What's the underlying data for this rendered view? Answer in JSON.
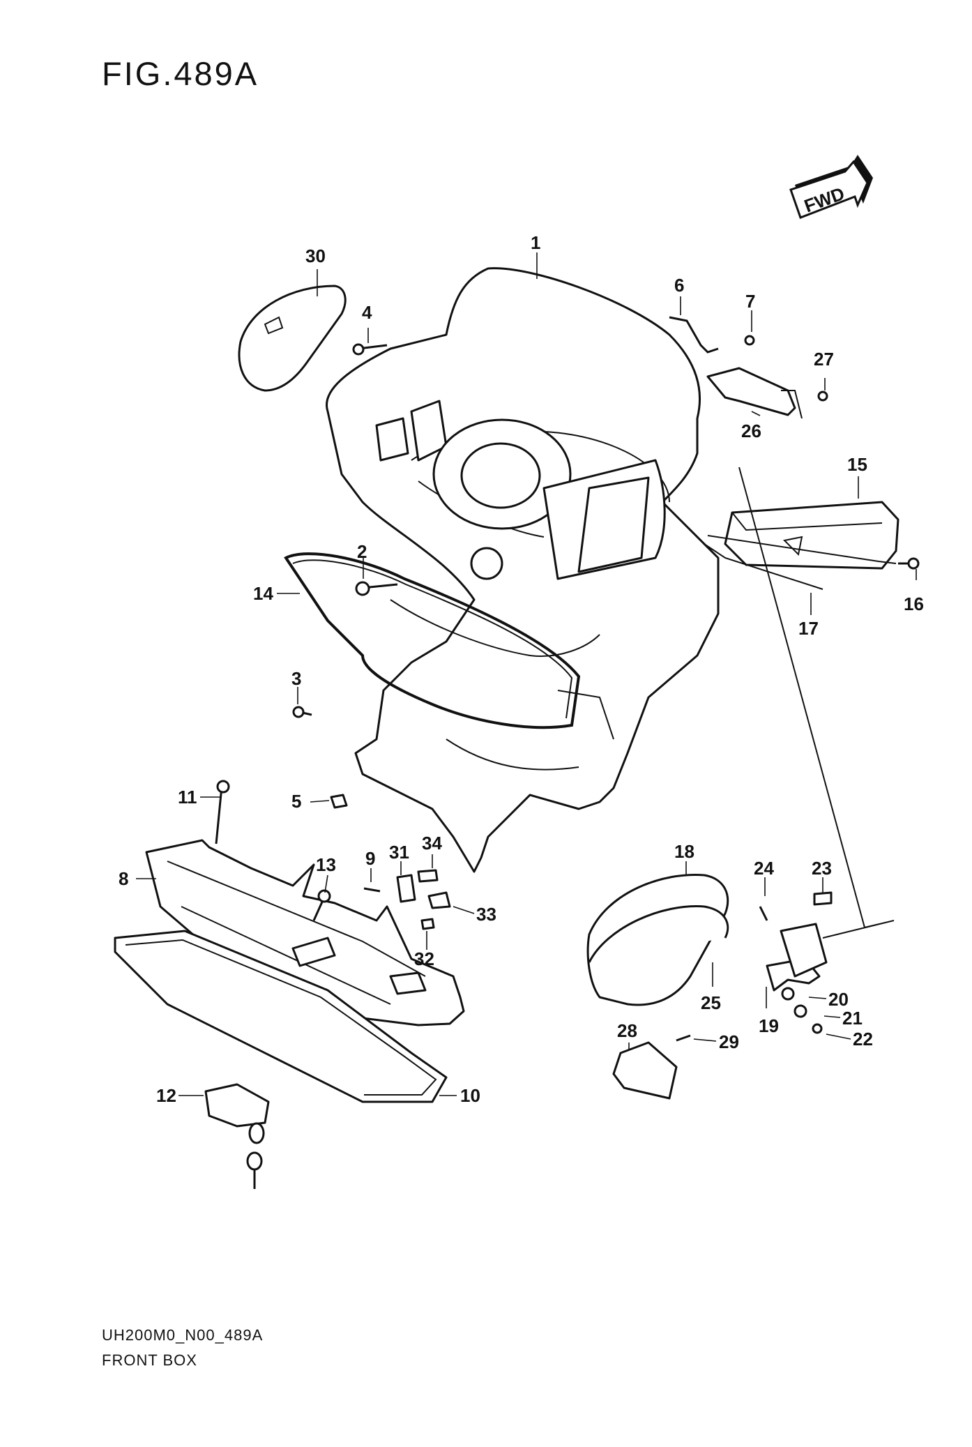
{
  "figure": {
    "title": "FIG.489A",
    "drawing_code": "UH200M0_N00_489A",
    "name": "FRONT BOX",
    "direction_badge": "FWD"
  },
  "callouts": [
    "1",
    "2",
    "3",
    "4",
    "5",
    "6",
    "7",
    "8",
    "9",
    "10",
    "11",
    "12",
    "13",
    "14",
    "15",
    "16",
    "17",
    "18",
    "19",
    "20",
    "21",
    "22",
    "23",
    "24",
    "25",
    "26",
    "27",
    "28",
    "29",
    "30",
    "31",
    "32",
    "33",
    "34"
  ]
}
